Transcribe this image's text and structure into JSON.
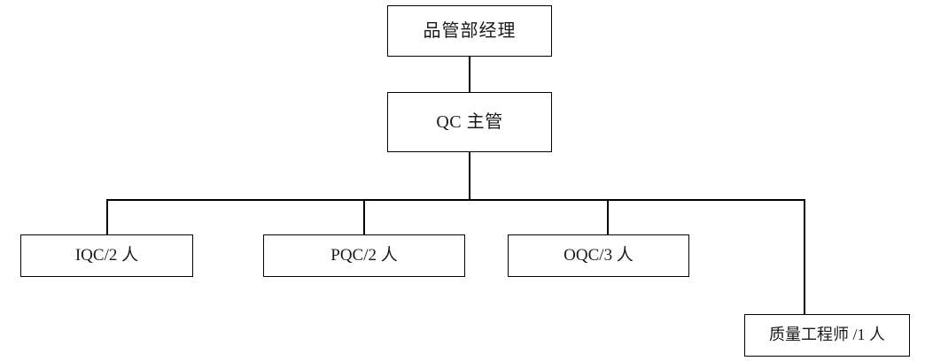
{
  "chart_data": {
    "type": "diagram",
    "diagram_type": "organization-chart",
    "title": "",
    "orientation": "top-down",
    "nodes": [
      {
        "id": "manager",
        "label": "品管部经理",
        "level": 0,
        "role": "品管部经理",
        "headcount": null
      },
      {
        "id": "supervisor",
        "label": "QC 主管",
        "level": 1,
        "role": "QC 主管",
        "headcount": null
      },
      {
        "id": "iqc",
        "label": "IQC/2 人",
        "level": 2,
        "role": "IQC",
        "headcount": 2
      },
      {
        "id": "pqc",
        "label": "PQC/2 人",
        "level": 2,
        "role": "PQC",
        "headcount": 2
      },
      {
        "id": "oqc",
        "label": "OQC/3 人",
        "level": 2,
        "role": "OQC",
        "headcount": 3
      },
      {
        "id": "engineer",
        "label": "质量工程师 /1 人",
        "level": 2,
        "role": "质量工程师",
        "headcount": 1
      }
    ],
    "edges": [
      {
        "from": "manager",
        "to": "supervisor"
      },
      {
        "from": "supervisor",
        "to": "iqc"
      },
      {
        "from": "supervisor",
        "to": "pqc"
      },
      {
        "from": "supervisor",
        "to": "oqc"
      },
      {
        "from": "supervisor",
        "to": "engineer"
      }
    ],
    "colors": {
      "background": "#ffffff",
      "box_border": "#000000",
      "box_fill": "#ffffff",
      "connector": "#000000",
      "text": "#1a1a1a"
    }
  },
  "nodes": {
    "manager": {
      "label": "品管部经理"
    },
    "supervisor": {
      "label": "QC 主管"
    },
    "iqc": {
      "label": "IQC/2 人"
    },
    "pqc": {
      "label": "PQC/2 人"
    },
    "oqc": {
      "label": "OQC/3 人"
    },
    "engineer": {
      "label": "质量工程师 /1 人"
    }
  }
}
